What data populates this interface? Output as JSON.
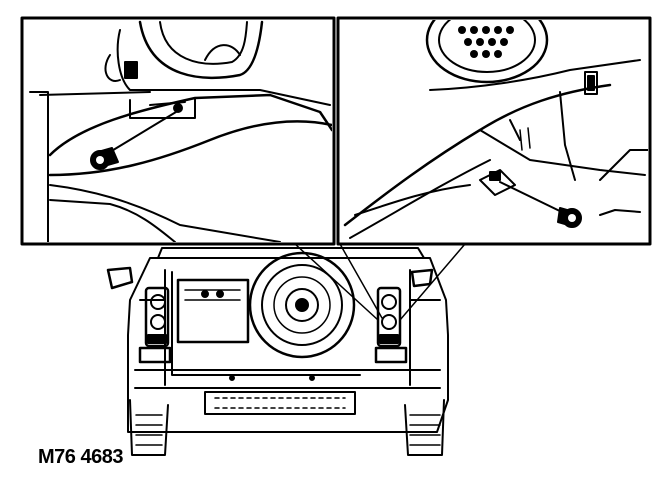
{
  "figure": {
    "code": "M76 4683",
    "line_color": "#000000",
    "background": "#ffffff"
  },
  "panels": [
    {
      "name": "left-detail-panel",
      "depicts": "screw-fixing-rear-lamp-side"
    },
    {
      "name": "right-detail-panel",
      "depicts": "screw-fixing-rear-lamp-inner"
    }
  ]
}
